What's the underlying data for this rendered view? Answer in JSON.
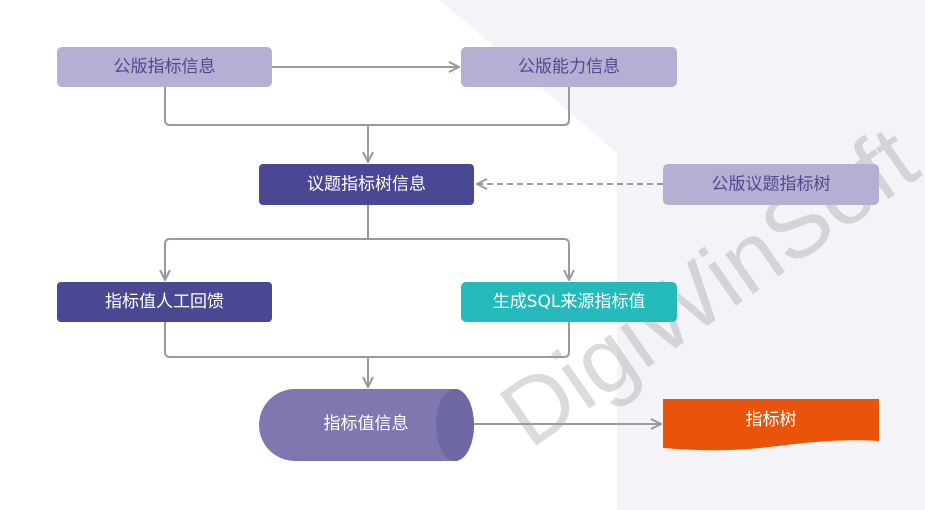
{
  "nodes": {
    "public_indicator_info": "公版指标信息",
    "public_capability_info": "公版能力信息",
    "topic_indicator_tree_info": "议题指标树信息",
    "public_topic_indicator_tree": "公版议题指标树",
    "indicator_value_manual_feedback": "指标值人工回馈",
    "generate_sql_source_indicator_value": "生成SQL来源指标值",
    "indicator_value_info": "指标值信息",
    "indicator_tree": "指标树"
  },
  "watermark": "DigiWinSoft",
  "colors": {
    "light_box": "#b5b0d3",
    "light_text": "#4f4a8f",
    "dark_box": "#4b4893",
    "teal_box": "#24b9bb",
    "cylinder": "#7f78b0",
    "cylinder_end": "#6e68a4",
    "orange": "#e9540a",
    "connector": "#9a9a9a"
  }
}
